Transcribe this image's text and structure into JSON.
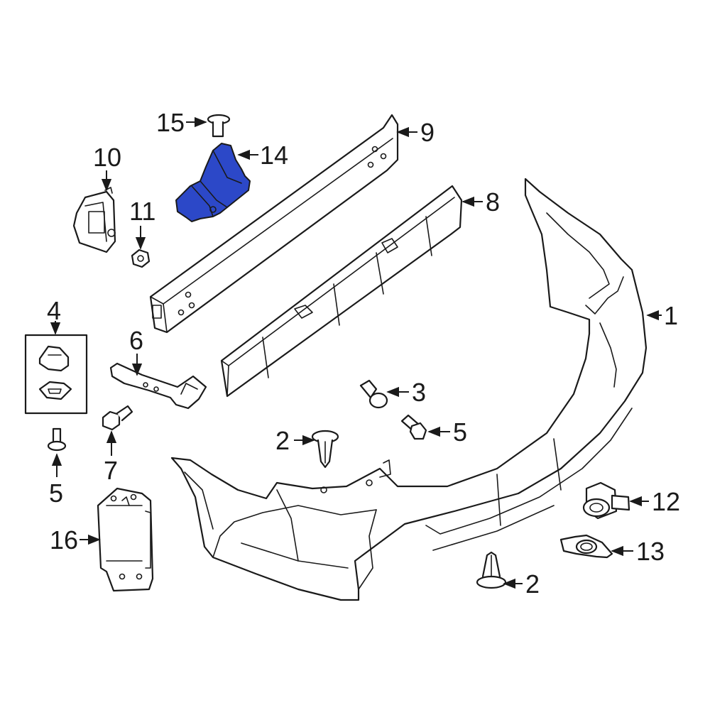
{
  "diagram": {
    "highlight_color": "#2c48c8",
    "highlighted_part": "14",
    "callouts": [
      {
        "id": "c1",
        "label": "1"
      },
      {
        "id": "c2a",
        "label": "2"
      },
      {
        "id": "c2b",
        "label": "2"
      },
      {
        "id": "c3",
        "label": "3"
      },
      {
        "id": "c4",
        "label": "4"
      },
      {
        "id": "c5a",
        "label": "5"
      },
      {
        "id": "c5b",
        "label": "5"
      },
      {
        "id": "c6",
        "label": "6"
      },
      {
        "id": "c7",
        "label": "7"
      },
      {
        "id": "c8",
        "label": "8"
      },
      {
        "id": "c9",
        "label": "9"
      },
      {
        "id": "c10",
        "label": "10"
      },
      {
        "id": "c11",
        "label": "11"
      },
      {
        "id": "c12",
        "label": "12"
      },
      {
        "id": "c13",
        "label": "13"
      },
      {
        "id": "c14",
        "label": "14"
      },
      {
        "id": "c15",
        "label": "15"
      },
      {
        "id": "c16",
        "label": "16"
      }
    ]
  }
}
